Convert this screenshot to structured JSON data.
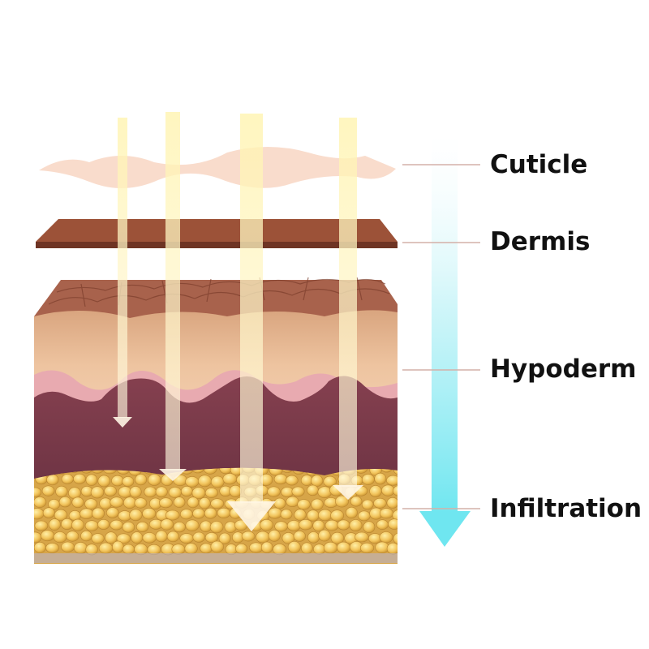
{
  "layers": [
    {
      "key": "cuticle",
      "label": "Cuticle"
    },
    {
      "key": "dermis",
      "label": "Dermis"
    },
    {
      "key": "hypoderm",
      "label": "Hypoderm"
    },
    {
      "key": "infiltration",
      "label": "Infiltration"
    }
  ],
  "colors": {
    "cuticle": "#f8d8c6",
    "dermis": "#9c5238",
    "epidermis_top": "#a8624c",
    "upper_skin": "#e8b894",
    "pink_band": "#e8aab0",
    "deep_tissue": "#7a3a4c",
    "fat_cells": "#f0c060",
    "light_beam": "#fff0a0",
    "depth_arrow": "#7fe8f0",
    "leader_line": "#d4b0a8"
  },
  "icons": [
    "light-beam-arrow",
    "depth-arrow"
  ]
}
